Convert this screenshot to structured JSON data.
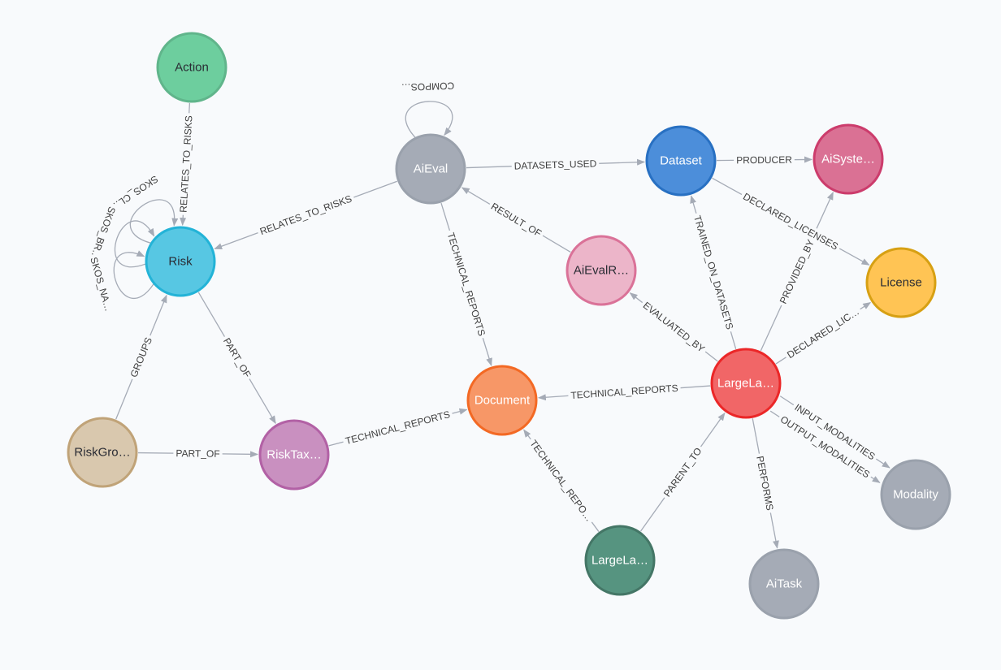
{
  "nodes": [
    {
      "id": "action",
      "label": "Action",
      "fill": "#6dce9e",
      "stroke": "#60b58b",
      "text": "#2a2c34"
    },
    {
      "id": "risk",
      "label": "Risk",
      "fill": "#57c7e3",
      "stroke": "#23b3d7",
      "text": "#2a2c34"
    },
    {
      "id": "aieval",
      "label": "AiEval",
      "fill": "#a5abb6",
      "stroke": "#9aa1ac",
      "text": "#ffffff"
    },
    {
      "id": "dataset",
      "label": "Dataset",
      "fill": "#4c8eda",
      "stroke": "#2870c2",
      "text": "#ffffff"
    },
    {
      "id": "aisystem",
      "label": "AiSyste…",
      "fill": "#da7194",
      "stroke": "#cc3c6c",
      "text": "#ffffff"
    },
    {
      "id": "license",
      "label": "License",
      "fill": "#ffc454",
      "stroke": "#d7a013",
      "text": "#2a2c34"
    },
    {
      "id": "aievalresult",
      "label": "AiEvalR…",
      "fill": "#ecb5c9",
      "stroke": "#da7298",
      "text": "#2a2c34"
    },
    {
      "id": "document",
      "label": "Document",
      "fill": "#f79767",
      "stroke": "#f36924",
      "text": "#ffffff"
    },
    {
      "id": "largelang1",
      "label": "LargeLa…",
      "fill": "#f16667",
      "stroke": "#eb2728",
      "text": "#ffffff"
    },
    {
      "id": "riskgroup",
      "label": "RiskGro…",
      "fill": "#d9c8ae",
      "stroke": "#c0a378",
      "text": "#2a2c34"
    },
    {
      "id": "risktaxonomy",
      "label": "RiskTax…",
      "fill": "#c990c0",
      "stroke": "#b261a5",
      "text": "#ffffff"
    },
    {
      "id": "largelang2",
      "label": "LargeLa…",
      "fill": "#569480",
      "stroke": "#447666",
      "text": "#ffffff"
    },
    {
      "id": "modality",
      "label": "Modality",
      "fill": "#a5abb6",
      "stroke": "#9aa1ac",
      "text": "#ffffff"
    },
    {
      "id": "aitask",
      "label": "AiTask",
      "fill": "#a5abb6",
      "stroke": "#9aa1ac",
      "text": "#ffffff"
    }
  ],
  "edges": [
    {
      "id": "action-risk",
      "label": "RELATES_TO_RISKS"
    },
    {
      "id": "aieval-risk",
      "label": "RELATES_TO_RISKS"
    },
    {
      "id": "risk-skos-cl",
      "label": "SKOS_CL…"
    },
    {
      "id": "risk-skos-br",
      "label": "SKOS_BR…"
    },
    {
      "id": "risk-skos-na",
      "label": "SKOS_NA…"
    },
    {
      "id": "aieval-compos",
      "label": "COMPOS…"
    },
    {
      "id": "aieval-dataset",
      "label": "DATASETS_USED"
    },
    {
      "id": "dataset-aisystem",
      "label": "PRODUCER"
    },
    {
      "id": "dataset-license",
      "label": "DECLARED_LICENSES"
    },
    {
      "id": "aievalresult-aieval",
      "label": "RESULT_OF"
    },
    {
      "id": "aieval-document",
      "label": "TECHNICAL_REPORTS"
    },
    {
      "id": "largelang1-dataset",
      "label": "TRAINED_ON_DATASETS"
    },
    {
      "id": "largelang1-aisystem",
      "label": "PROVIDED_BY"
    },
    {
      "id": "largelang1-license",
      "label": "DECLARED_LIC…"
    },
    {
      "id": "largelang1-aievalresult",
      "label": "EVALUATED_BY"
    },
    {
      "id": "largelang1-document",
      "label": "TECHNICAL_REPORTS"
    },
    {
      "id": "largelang1-modality-in",
      "label": "INPUT_MODALITIES"
    },
    {
      "id": "largelang1-modality-out",
      "label": "OUTPUT_MODALITIES"
    },
    {
      "id": "largelang1-aitask",
      "label": "PERFORMS"
    },
    {
      "id": "risk-risktaxonomy",
      "label": "PART_OF"
    },
    {
      "id": "riskgroup-risk",
      "label": "GROUPS"
    },
    {
      "id": "riskgroup-risktaxonomy",
      "label": "PART_OF"
    },
    {
      "id": "risktaxonomy-document",
      "label": "TECHNICAL_REPORTS"
    },
    {
      "id": "largelang2-document",
      "label": "TECHNICAL_REPO…"
    },
    {
      "id": "largelang2-largelang1",
      "label": "PARENT_TO"
    }
  ]
}
